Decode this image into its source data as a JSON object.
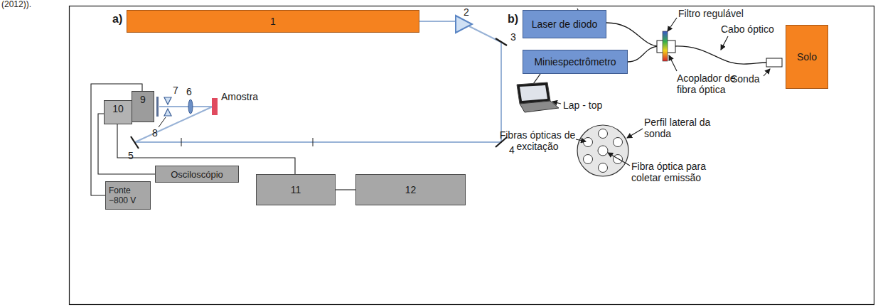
{
  "diagram": {
    "nodes": [
      {
        "text": [
          "1"
        ]
      },
      {
        "text": [
          "9"
        ]
      },
      {
        "text": [
          "10"
        ]
      },
      {
        "text": [
          "Fonte −800 V"
        ]
      },
      {
        "text": [
          "Osciloscópio"
        ]
      },
      {
        "text": [
          "11"
        ]
      },
      {
        "text": [
          "12"
        ]
      },
      {
        "text": [
          "Laser de diodo"
        ]
      },
      {
        "text": [
          "Miniespectrômetro"
        ]
      },
      {
        "text": [
          "Solo"
        ]
      }
    ],
    "edges": [
      {
        "from": 1,
        "to": 3,
        "arrow": "none"
      },
      {
        "from": 2,
        "to": 4,
        "arrow": "none"
      },
      {
        "from": 2,
        "to": 5,
        "arrow": "none"
      },
      {
        "from": 5,
        "to": 6,
        "arrow": "none"
      }
    ],
    "labels": [
      "(2012)).",
      "a)",
      "2",
      "3",
      "7",
      "6",
      "Amostra",
      "8",
      "4",
      "5",
      "b)",
      "Filtro regulável",
      "Cabo óptico",
      "Sonda",
      "Acoplador de fibra óptica",
      "Lap - top",
      "Fibras ópticas de excitação",
      "Perfil lateral da sonda",
      "Fibra óptica para coletar emissão"
    ]
  }
}
